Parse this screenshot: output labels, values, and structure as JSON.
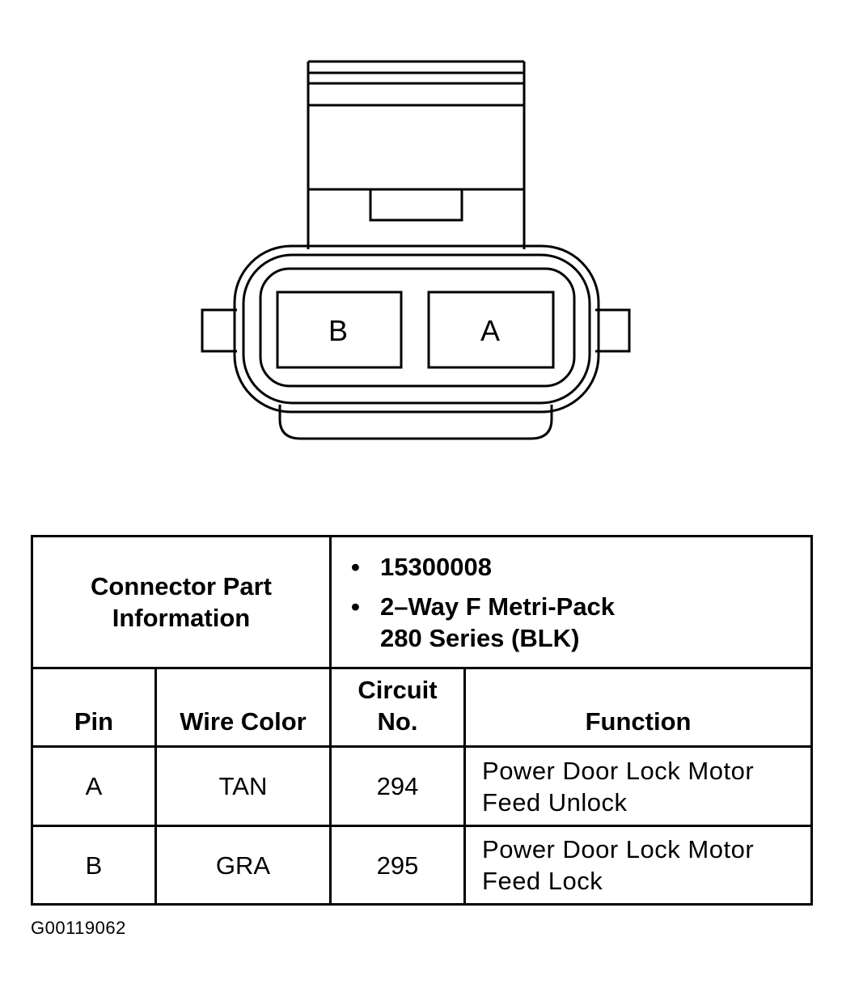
{
  "connector": {
    "pins": [
      "B",
      "A"
    ]
  },
  "table": {
    "part_info_label": [
      "Connector Part",
      "Information"
    ],
    "part_info": {
      "part_number": "15300008",
      "description": [
        "2–Way F Metri-Pack",
        "280 Series (BLK)"
      ],
      "bullet": "•"
    },
    "headers": {
      "pin": "Pin",
      "wire_color": "Wire Color",
      "circuit_no": [
        "Circuit",
        "No."
      ],
      "function": "Function"
    },
    "rows": [
      {
        "pin": "A",
        "wire_color": "TAN",
        "circuit_no": "294",
        "function": [
          "Power Door Lock Motor",
          "Feed Unlock"
        ]
      },
      {
        "pin": "B",
        "wire_color": "GRA",
        "circuit_no": "295",
        "function": [
          "Power Door Lock Motor",
          "Feed Lock"
        ]
      }
    ]
  },
  "figure_id": "G00119062"
}
